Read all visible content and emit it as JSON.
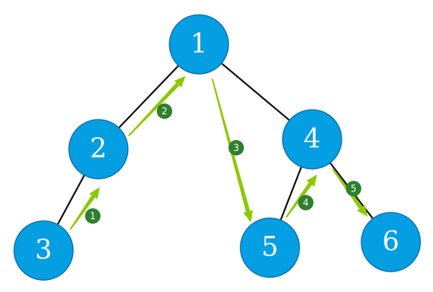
{
  "colors": {
    "node_fill": "#049ee3",
    "node_stroke": "#0b6fae",
    "edge": "#111111",
    "arrow": "#8cc800",
    "step_badge": "#2f7f2f",
    "label": "#ffffff"
  },
  "nodes": [
    {
      "id": "1",
      "label": "1"
    },
    {
      "id": "2",
      "label": "2"
    },
    {
      "id": "3",
      "label": "3"
    },
    {
      "id": "4",
      "label": "4"
    },
    {
      "id": "5",
      "label": "5"
    },
    {
      "id": "6",
      "label": "6"
    }
  ],
  "edges": [
    {
      "from": "1",
      "to": "2"
    },
    {
      "from": "1",
      "to": "4"
    },
    {
      "from": "2",
      "to": "3"
    },
    {
      "from": "4",
      "to": "5"
    },
    {
      "from": "4",
      "to": "6"
    }
  ],
  "steps": [
    {
      "label": "1",
      "from": "3",
      "to": "2"
    },
    {
      "label": "2",
      "from": "2",
      "to": "1"
    },
    {
      "label": "3",
      "from": "1",
      "to": "5"
    },
    {
      "label": "4",
      "from": "5",
      "to": "4"
    },
    {
      "label": "5",
      "from": "4",
      "to": "6"
    }
  ]
}
